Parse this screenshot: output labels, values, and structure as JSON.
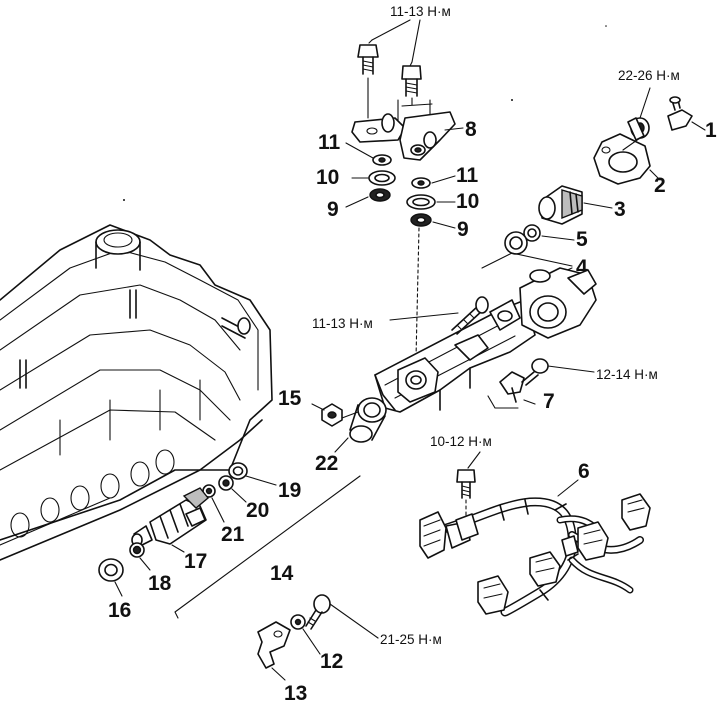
{
  "diagram": {
    "part_numbers": {
      "p1": "1",
      "p2": "2",
      "p3": "3",
      "p4": "4",
      "p5": "5",
      "p6": "6",
      "p7": "7",
      "p8": "8",
      "p9a": "9",
      "p9b": "9",
      "p10a": "10",
      "p10b": "10",
      "p11a": "11",
      "p11b": "11",
      "p12": "12",
      "p13": "13",
      "p14": "14",
      "p15": "15",
      "p16": "16",
      "p17": "17",
      "p18": "18",
      "p19": "19",
      "p20": "20",
      "p21": "21",
      "p22": "22"
    },
    "torques": {
      "top_bolts": "11-13 Н·м",
      "regulator_bolt": "22-26 Н·м",
      "rail_bolt": "11-13 Н·м",
      "bracket_bolt": "12-14 Н·м",
      "harness_bolt": "10-12 Н·м",
      "clamp_bolt": "21-25 Н·м"
    },
    "icons": [
      "engine-block",
      "fuel-rail",
      "fuel-injector",
      "pressure-regulator",
      "wiring-harness",
      "bolt",
      "washer",
      "o-ring",
      "clamp"
    ]
  }
}
